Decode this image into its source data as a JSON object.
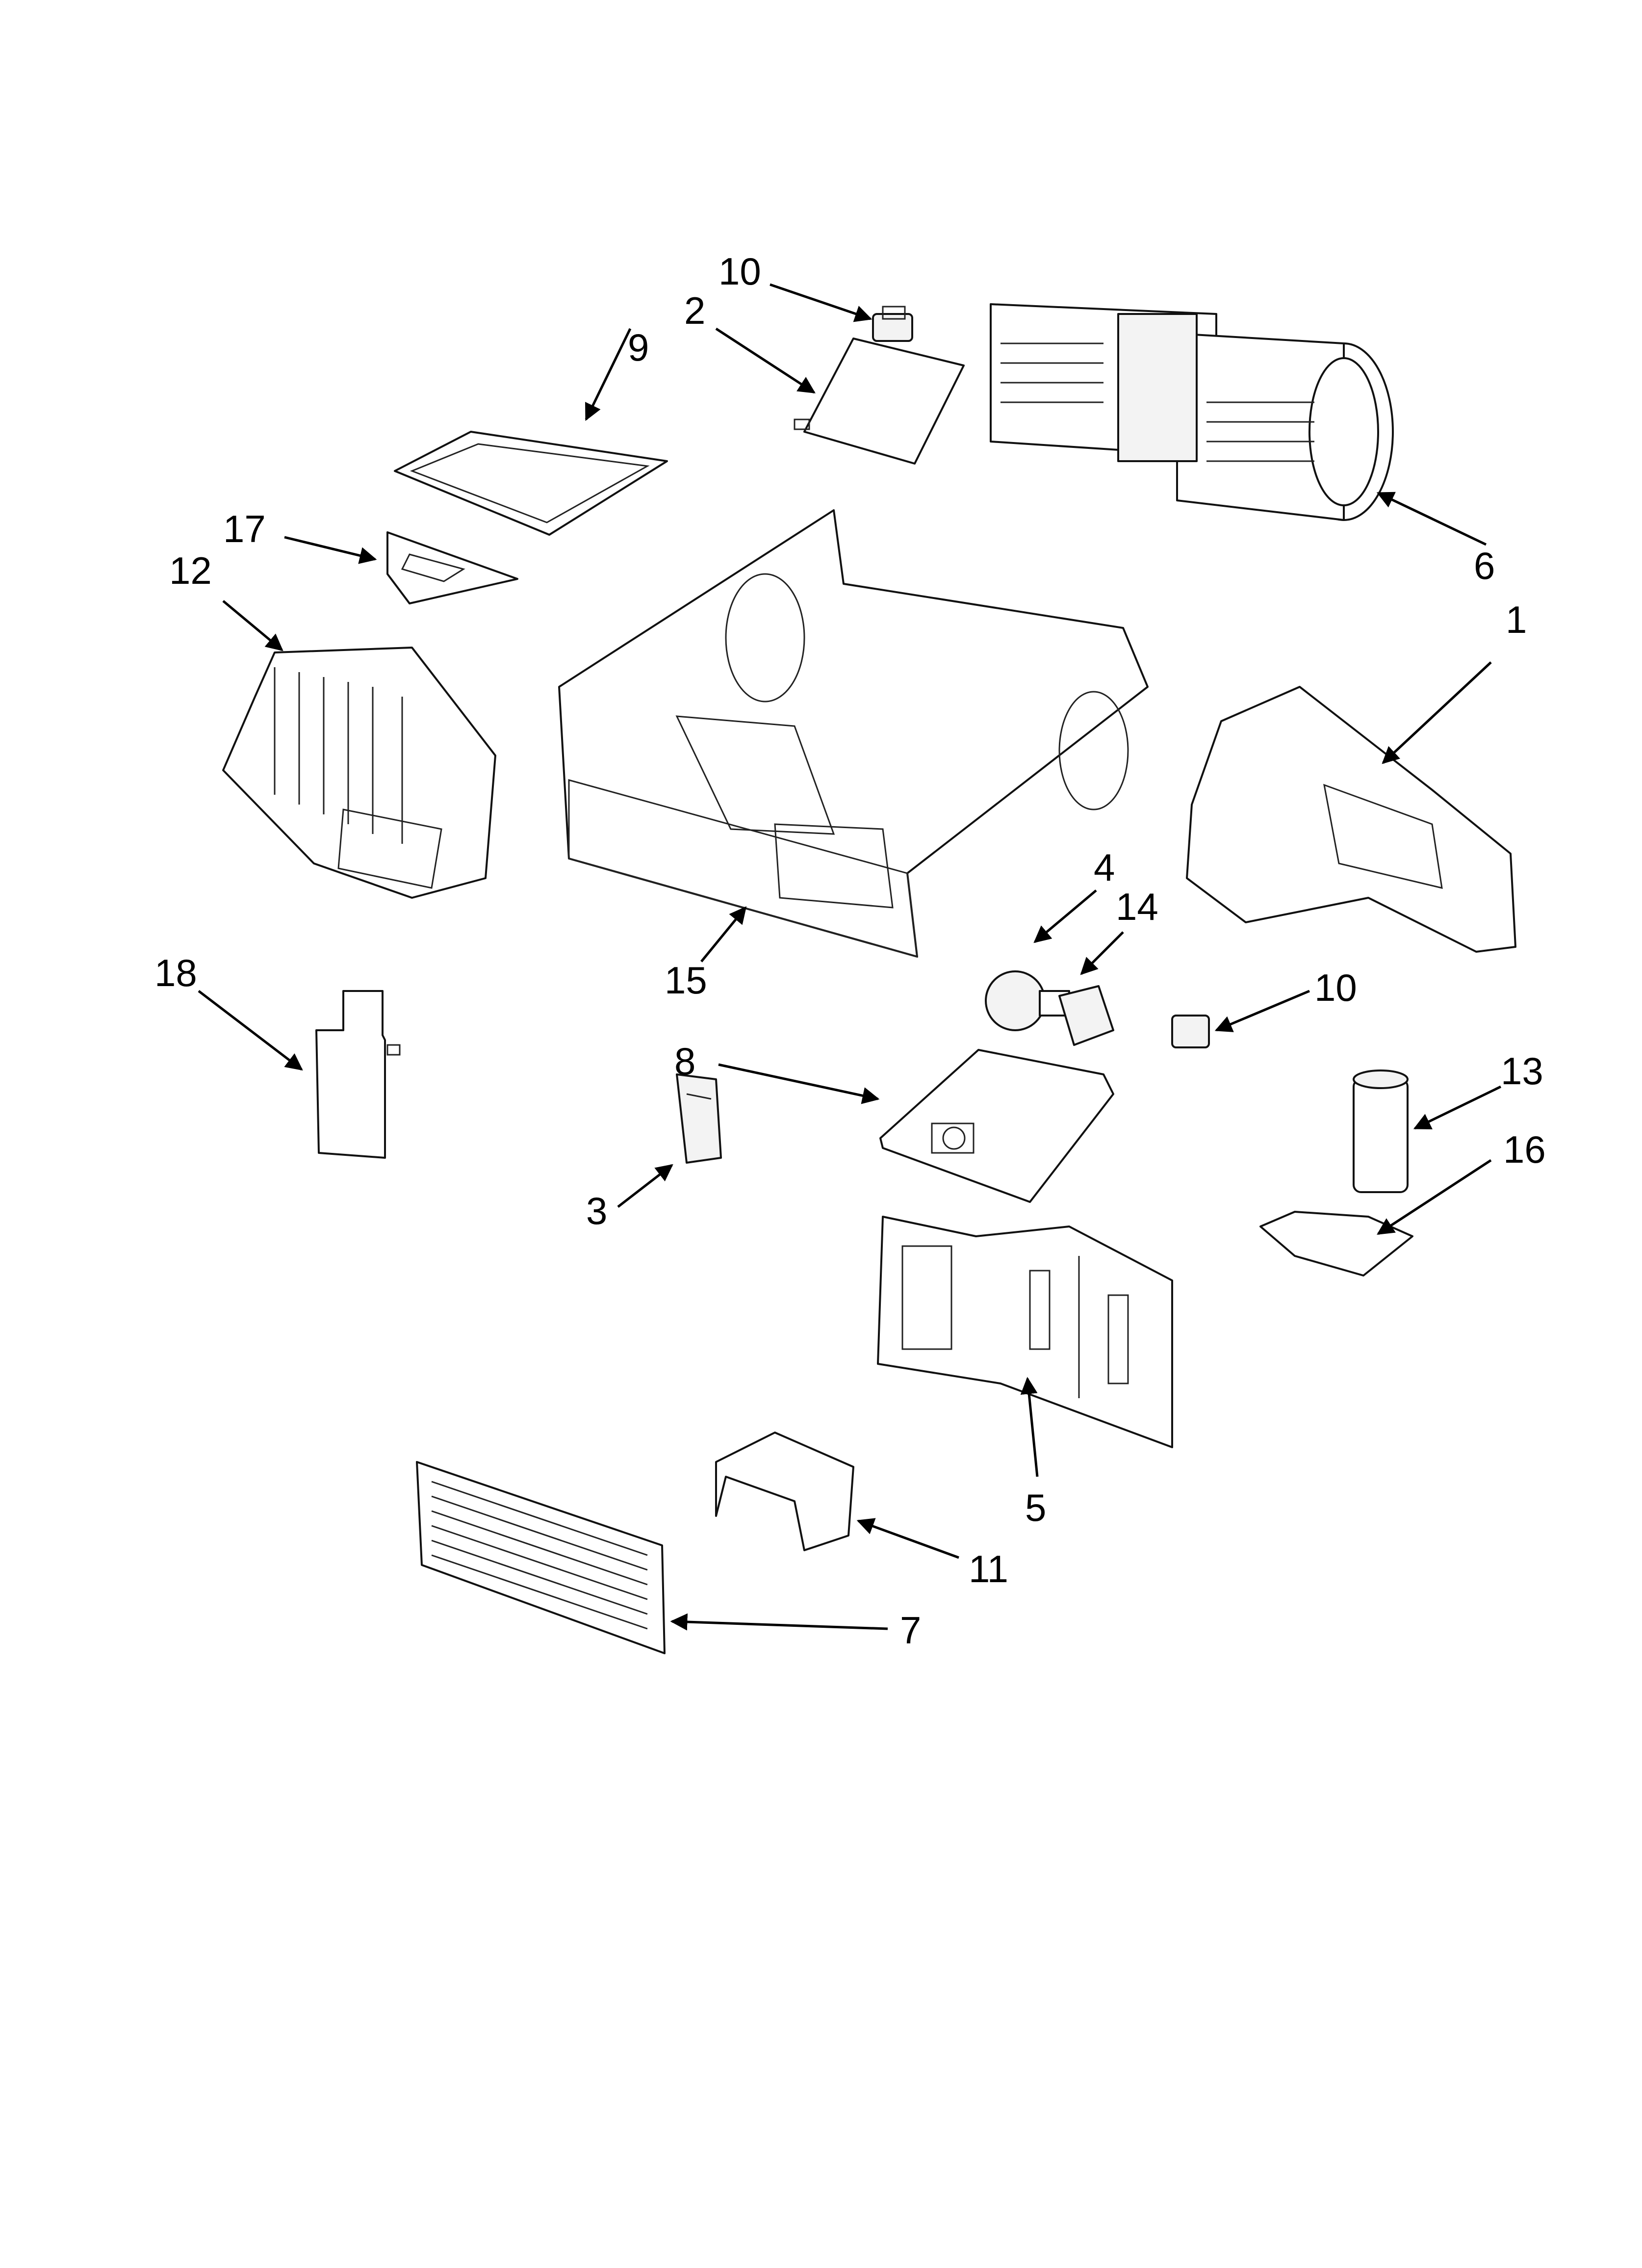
{
  "callouts": {
    "c1": "1",
    "c2": "2",
    "c3": "3",
    "c4": "4",
    "c5": "5",
    "c6": "6",
    "c7": "7",
    "c8": "8",
    "c9": "9",
    "c10a": "10",
    "c10b": "10",
    "c11": "11",
    "c12": "12",
    "c13": "13",
    "c14": "14",
    "c15": "15",
    "c16": "16",
    "c17": "17",
    "c18": "18"
  }
}
